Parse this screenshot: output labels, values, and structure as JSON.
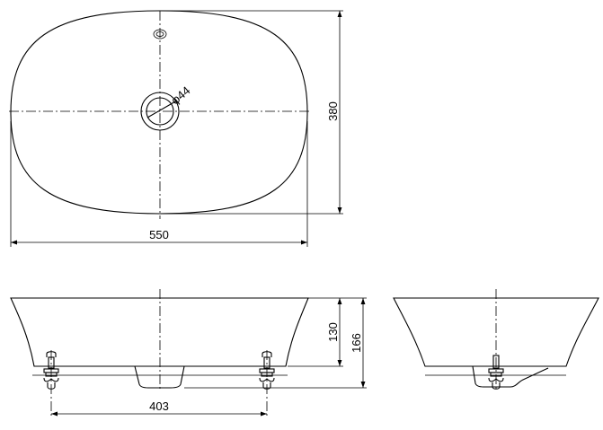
{
  "dimensions": {
    "length": "550",
    "width": "380",
    "drain_diameter": "φ44",
    "basin_height": "130",
    "total_height": "166",
    "fixing_spacing": "403"
  }
}
